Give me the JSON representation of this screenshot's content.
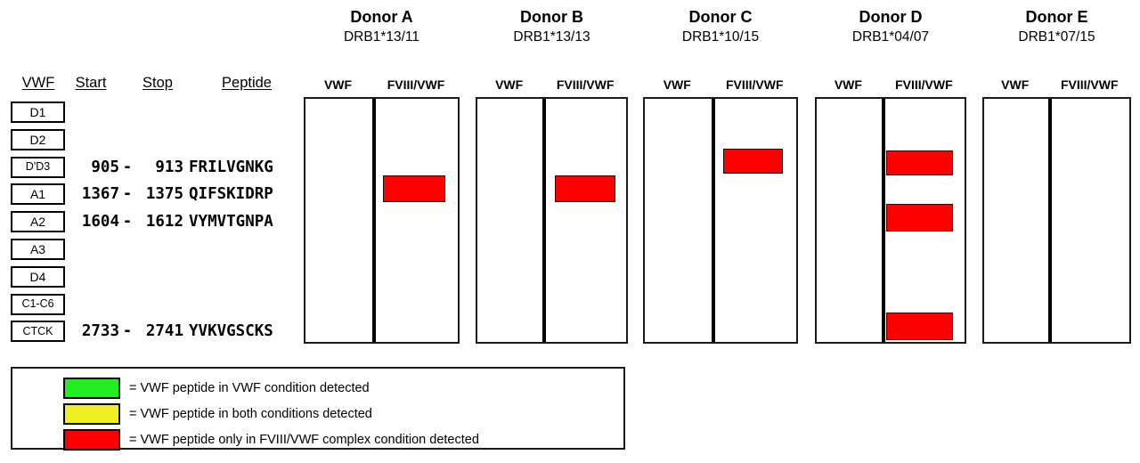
{
  "figure": {
    "type": "peptide-detection-map",
    "description": "VWF domain map with HLA-DR-presented peptide detection per donor"
  },
  "table": {
    "headers": {
      "domain": "VWF",
      "start": "Start",
      "stop": "Stop",
      "peptide": "Peptide"
    },
    "dash": "-",
    "rows": [
      {
        "domain": "D1",
        "start": "",
        "stop": "",
        "peptide": ""
      },
      {
        "domain": "D2",
        "start": "",
        "stop": "",
        "peptide": ""
      },
      {
        "domain": "D'D3",
        "start": "905",
        "stop": "913",
        "peptide": "FRILVGNKG"
      },
      {
        "domain": "A1",
        "start": "1367",
        "stop": "1375",
        "peptide": "QIFSKIDRP"
      },
      {
        "domain": "A2",
        "start": "1604",
        "stop": "1612",
        "peptide": "VYMVTGNPA"
      },
      {
        "domain": "A3",
        "start": "",
        "stop": "",
        "peptide": ""
      },
      {
        "domain": "D4",
        "start": "",
        "stop": "",
        "peptide": ""
      },
      {
        "domain": "C1-C6",
        "start": "",
        "stop": "",
        "peptide": ""
      },
      {
        "domain": "CTCK",
        "start": "2733",
        "stop": "2741",
        "peptide": "YVKVGSCKS"
      }
    ]
  },
  "conditions": {
    "left": "VWF",
    "right": "FVIII/VWF"
  },
  "donors": [
    {
      "id": "donor-a",
      "title": "Donor A",
      "haplotype": "DRB1*13/11",
      "bars": [
        {
          "row": "A1",
          "row_index": 3,
          "condition": "FVIII/VWF",
          "color": "#FF0000"
        }
      ]
    },
    {
      "id": "donor-b",
      "title": "Donor B",
      "haplotype": "DRB1*13/13",
      "bars": [
        {
          "row": "A1",
          "row_index": 3,
          "condition": "FVIII/VWF",
          "color": "#FF0000"
        }
      ]
    },
    {
      "id": "donor-c",
      "title": "Donor C",
      "haplotype": "DRB1*10/15",
      "bars": [
        {
          "row": "D'D3",
          "row_index": 2,
          "condition": "FVIII/VWF",
          "color": "#FF0000"
        }
      ]
    },
    {
      "id": "donor-d",
      "title": "Donor D",
      "haplotype": "DRB1*04/07",
      "bars": [
        {
          "row": "D'D3",
          "row_index": 2,
          "condition": "FVIII/VWF",
          "color": "#FF0000"
        },
        {
          "row": "A2",
          "row_index": 4,
          "condition": "FVIII/VWF",
          "color": "#FF0000"
        },
        {
          "row": "CTCK",
          "row_index": 8,
          "condition": "FVIII/VWF",
          "color": "#FF0000"
        }
      ]
    },
    {
      "id": "donor-e",
      "title": "Donor E",
      "haplotype": "DRB1*07/15",
      "bars": []
    }
  ],
  "legend": {
    "items": [
      {
        "color": "#22EE22",
        "label": "= VWF peptide in VWF condition detected"
      },
      {
        "color": "#EEEE22",
        "label": "= VWF peptide in both conditions detected"
      },
      {
        "color": "#FF0000",
        "label": "= VWF peptide only in FVIII/VWF complex condition detected"
      }
    ]
  },
  "chart_data": {
    "type": "heatmap",
    "title": "",
    "xlabel": "",
    "ylabel": "",
    "categories": [
      "D1",
      "D2",
      "D'D3",
      "A1",
      "A2",
      "A3",
      "D4",
      "C1-C6",
      "CTCK"
    ],
    "series": [
      {
        "name": "Donor A",
        "values": [
          0,
          0,
          0,
          1,
          0,
          0,
          0,
          0,
          0
        ]
      },
      {
        "name": "Donor B",
        "values": [
          0,
          0,
          0,
          1,
          0,
          0,
          0,
          0,
          0
        ]
      },
      {
        "name": "Donor C",
        "values": [
          0,
          0,
          1,
          0,
          0,
          0,
          0,
          0,
          0
        ]
      },
      {
        "name": "Donor D",
        "values": [
          0,
          0,
          1,
          0,
          1,
          0,
          0,
          0,
          1
        ]
      },
      {
        "name": "Donor E",
        "values": [
          0,
          0,
          0,
          0,
          0,
          0,
          0,
          0,
          0
        ]
      }
    ],
    "value_key": {
      "0": "not detected",
      "1": "detected only in FVIII/VWF complex condition"
    },
    "grid": false,
    "legend_position": "bottom-left"
  }
}
